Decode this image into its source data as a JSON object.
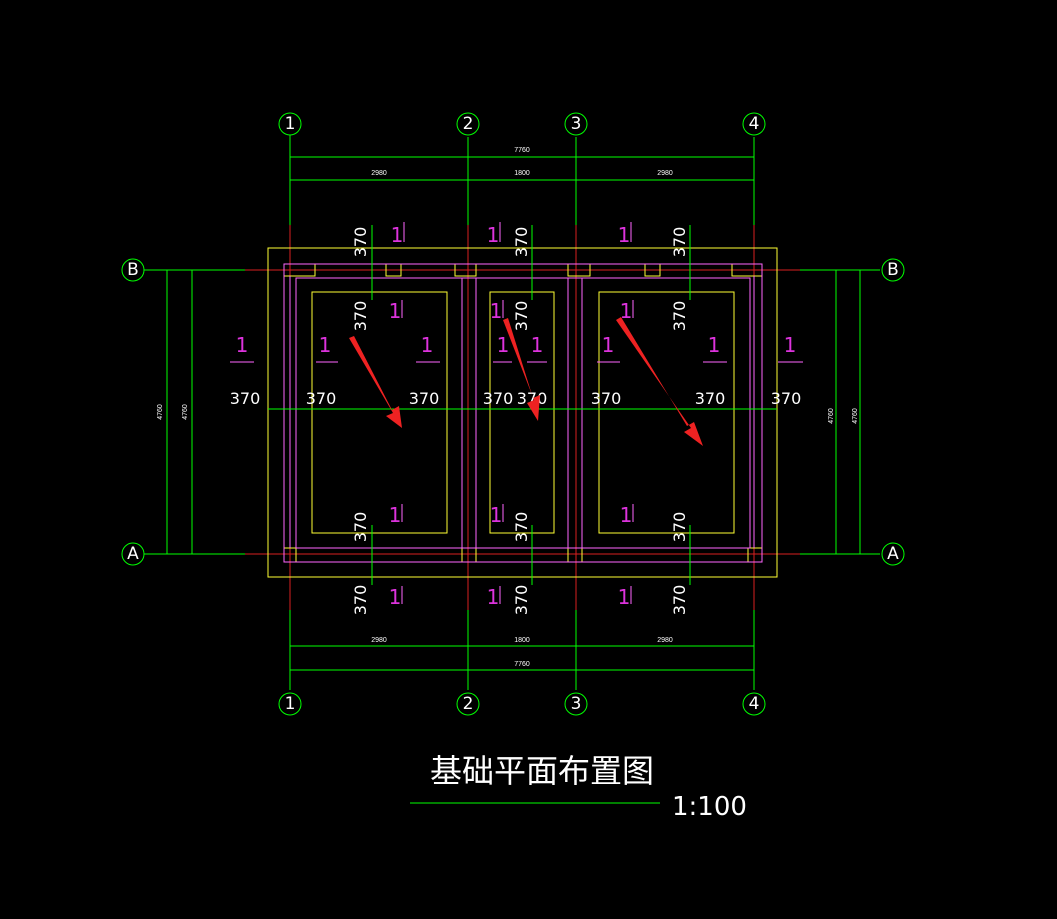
{
  "drawing": {
    "title": "基础平面布置图",
    "scale": "1:100",
    "axes_x": [
      "1",
      "2",
      "3",
      "4"
    ],
    "axes_y": [
      "B",
      "A"
    ],
    "dim_total_x": "7760",
    "dim_spans_x": [
      "2980",
      "1800",
      "2980"
    ],
    "dim_total_y": "4760",
    "wall_dim": "370",
    "section_mark": "1",
    "colors": {
      "background": "#000000",
      "dimension": "#00ff00",
      "grid_axis": "#d92020",
      "wall": "#ff66ff",
      "footing": "#ffff33",
      "section": "#dd33dd",
      "annotation_arrow": "#ee2222"
    }
  }
}
